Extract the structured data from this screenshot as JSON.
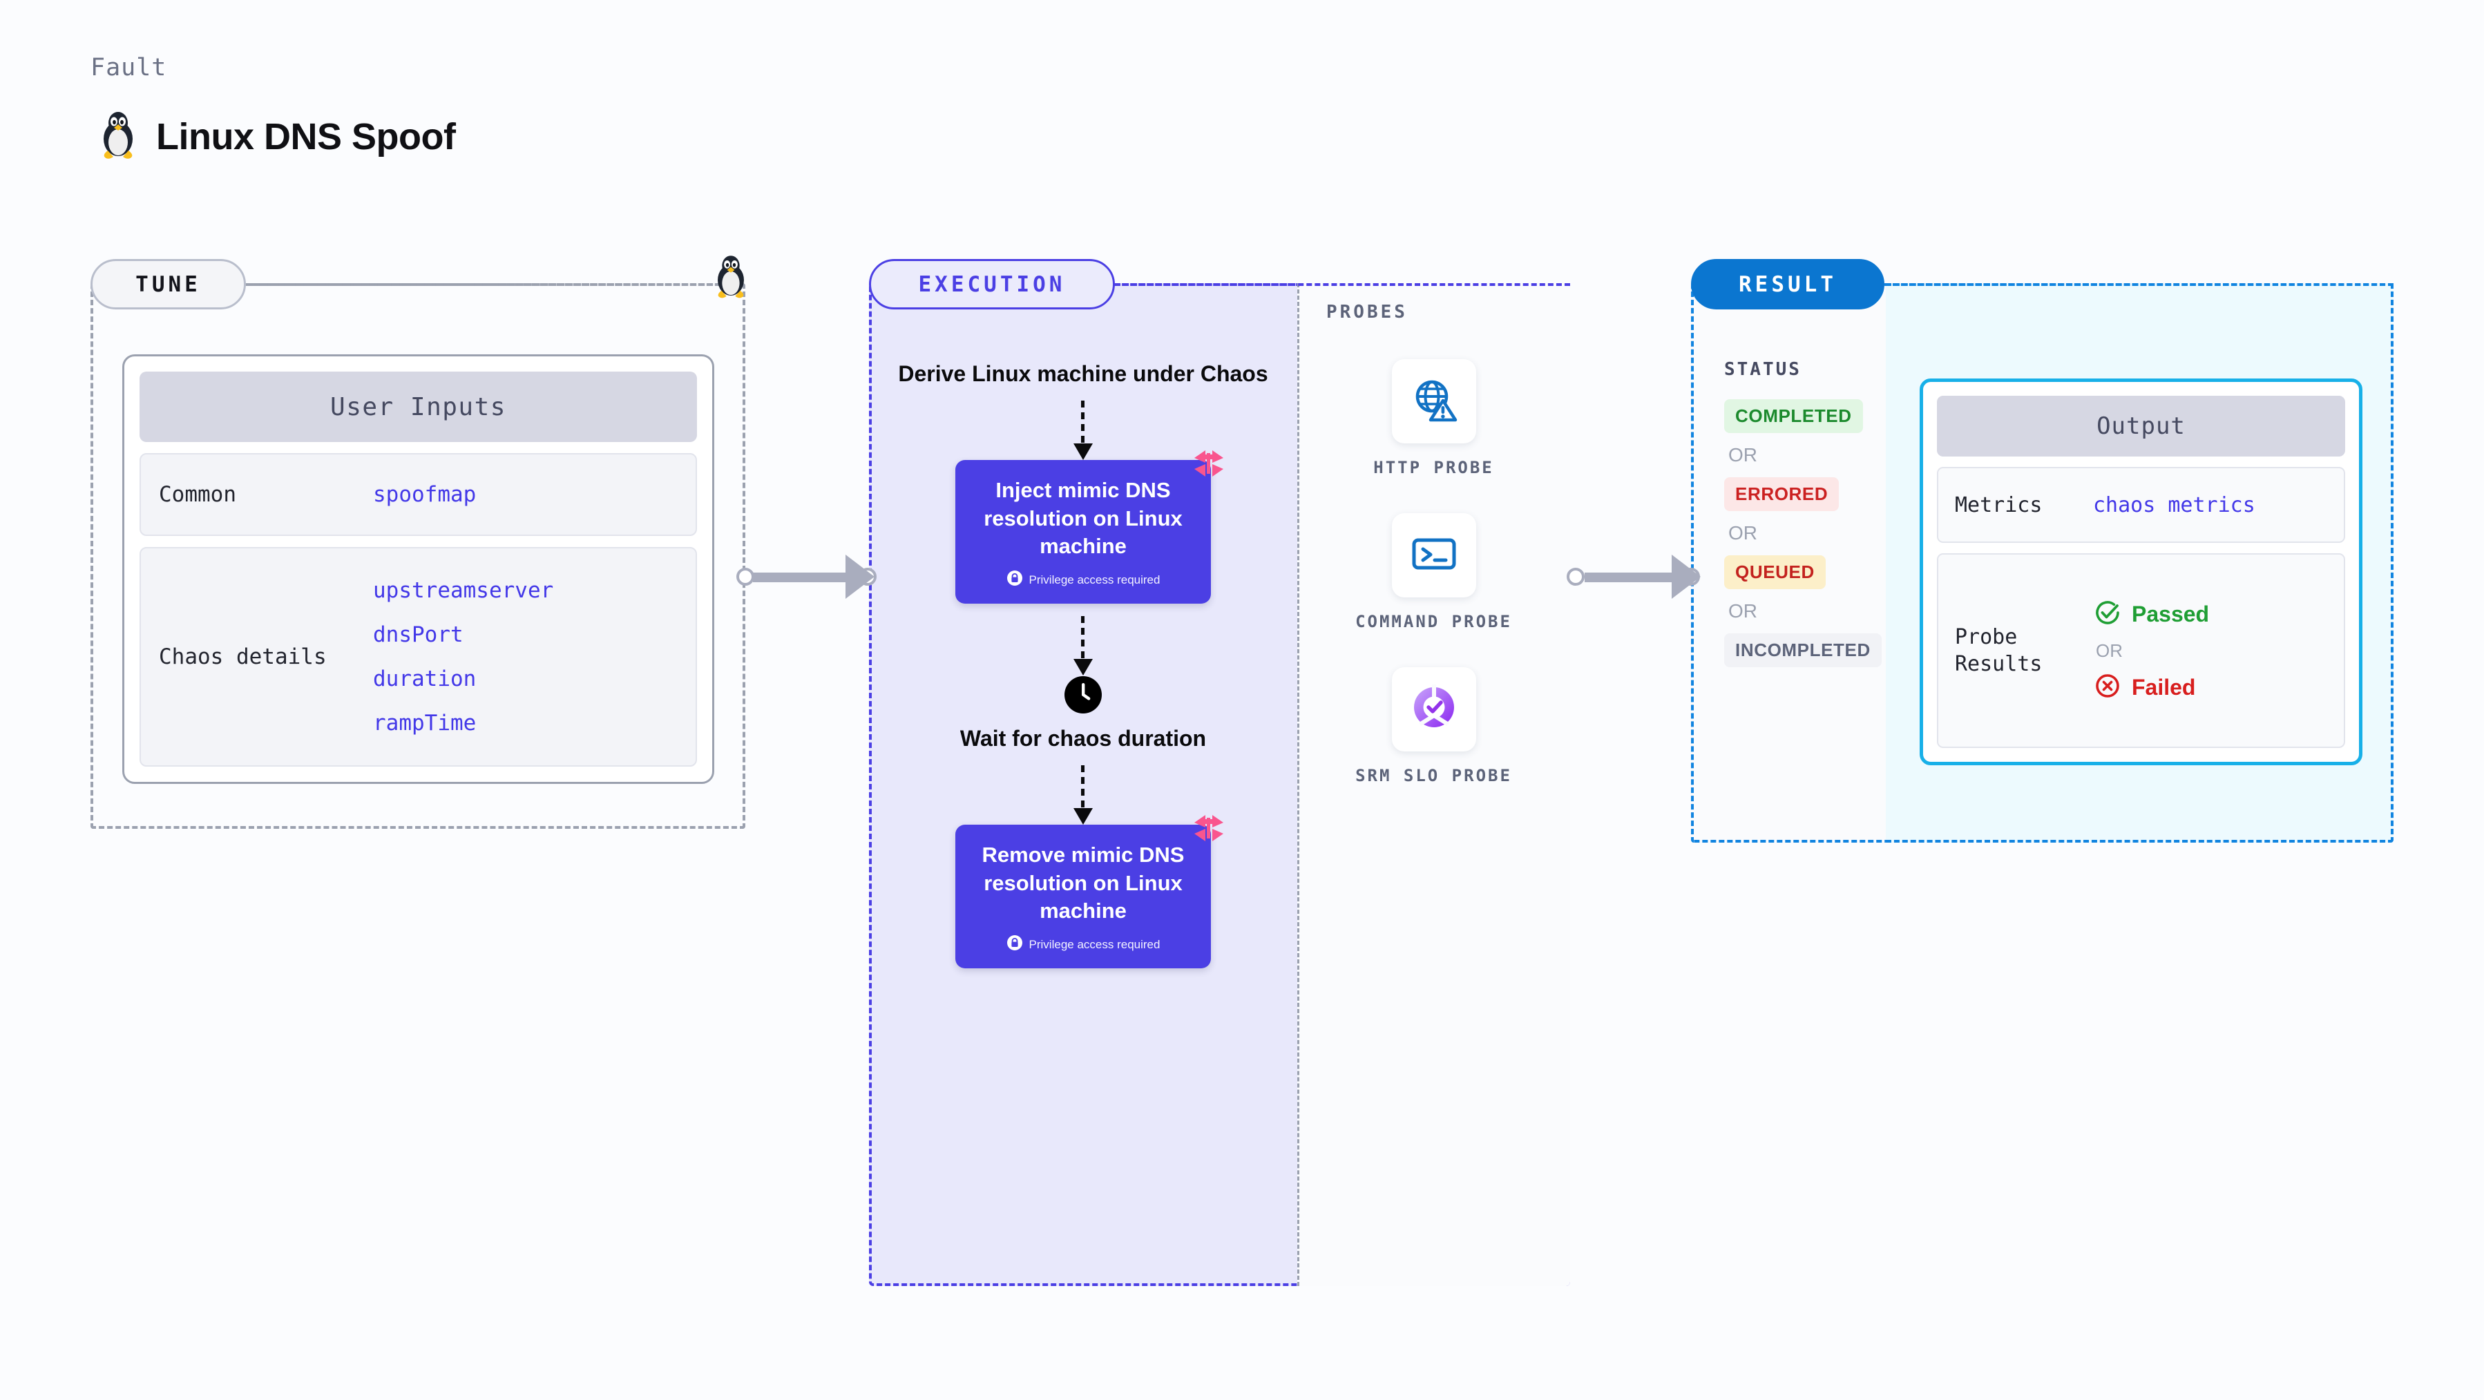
{
  "header": {
    "eyebrow": "Fault",
    "title": "Linux DNS Spoof",
    "icon": "linux-penguin-icon"
  },
  "tune": {
    "pill_label": "TUNE",
    "card_title": "User Inputs",
    "rows": [
      {
        "key": "Common",
        "values": [
          "spoofmap"
        ]
      },
      {
        "key": "Chaos details",
        "values": [
          "upstreamserver",
          "dnsPort",
          "duration",
          "rampTime"
        ]
      }
    ]
  },
  "execution": {
    "pill_label": "EXECUTION",
    "steps": [
      {
        "type": "text",
        "label": "Derive Linux machine under Chaos"
      },
      {
        "type": "card",
        "label": "Inject mimic DNS resolution on Linux machine",
        "sub_label": "Privilege access required",
        "badge": "harness-logo-badge",
        "sub_icon": "lock-icon"
      },
      {
        "type": "wait",
        "icon": "clock-icon",
        "label": "Wait for chaos duration"
      },
      {
        "type": "card",
        "label": "Remove mimic DNS resolution on Linux machine",
        "sub_label": "Privilege access required",
        "badge": "harness-logo-badge",
        "sub_icon": "lock-icon"
      }
    ]
  },
  "probes": {
    "label": "PROBES",
    "items": [
      {
        "name": "HTTP PROBE",
        "icon": "globe-warning-icon"
      },
      {
        "name": "COMMAND PROBE",
        "icon": "terminal-icon"
      },
      {
        "name": "SRM SLO PROBE",
        "icon": "slo-donut-check-icon"
      }
    ]
  },
  "result": {
    "pill_label": "RESULT",
    "status_label": "STATUS",
    "or_label": "OR",
    "statuses": [
      {
        "label": "COMPLETED",
        "style": "completed"
      },
      {
        "label": "ERRORED",
        "style": "errored"
      },
      {
        "label": "QUEUED",
        "style": "queued"
      },
      {
        "label": "INCOMPLETED",
        "style": "incomplete"
      }
    ],
    "output": {
      "card_title": "Output",
      "metrics_key": "Metrics",
      "metrics_value": "chaos metrics",
      "probe_results_key": "Probe Results",
      "passed_label": "Passed",
      "failed_label": "Failed",
      "or_label": "OR",
      "passed_icon": "check-circle-icon",
      "failed_icon": "x-circle-icon"
    }
  },
  "colors": {
    "accent_purple": "#4B3FE4",
    "accent_blue": "#0B76D0",
    "accent_cyan": "#18B0E8",
    "badge_pink": "#F9558E",
    "pass_green": "#1F9E34",
    "fail_red": "#D81E1E",
    "muted_gray": "#9BA1AF"
  }
}
